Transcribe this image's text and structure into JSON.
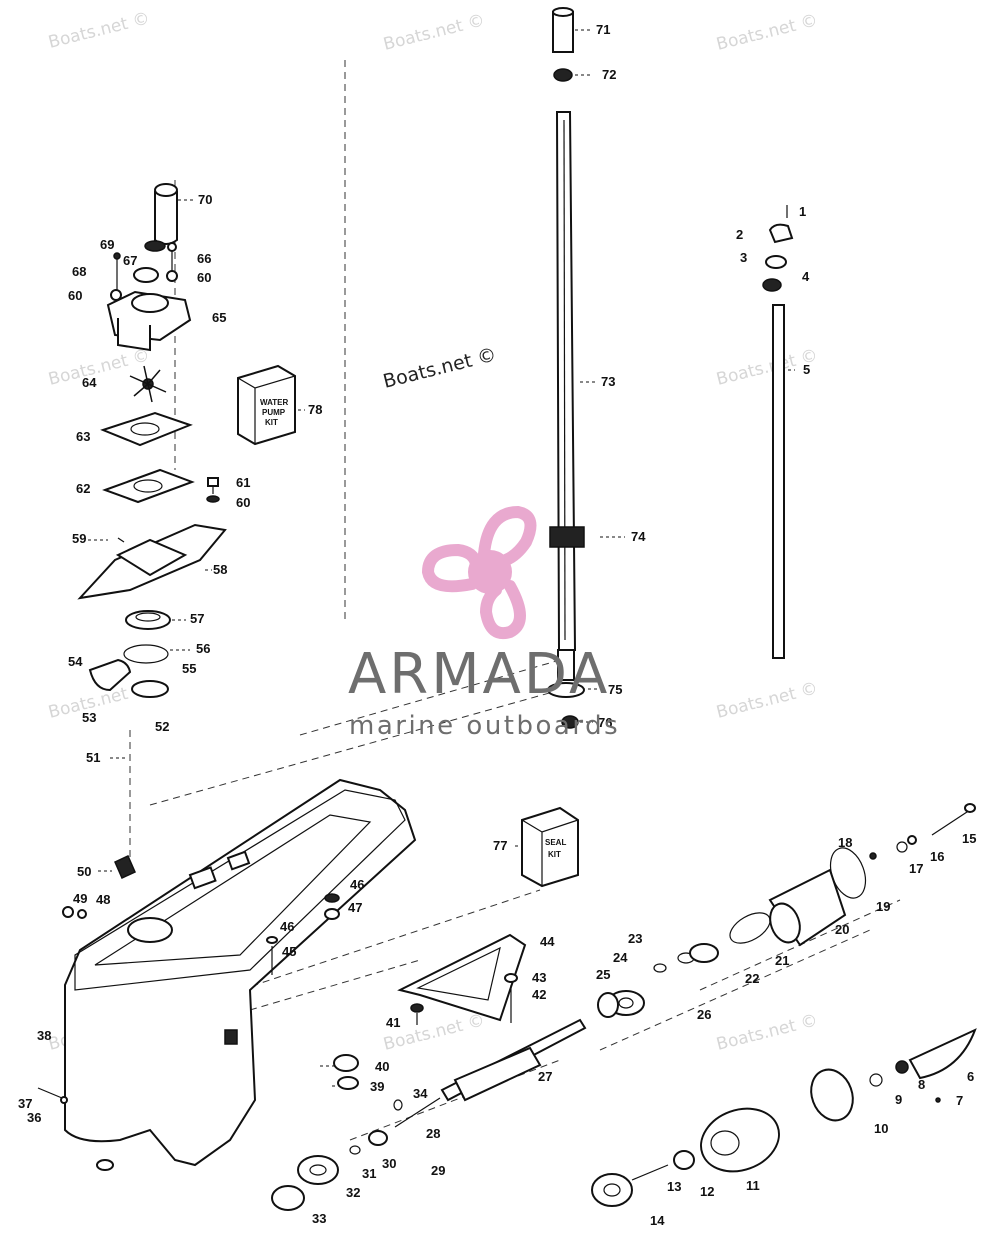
{
  "watermark": "Boats.net ©",
  "brand": {
    "name": "ARMADA",
    "tagline": "marine outboards",
    "accent": "#e9a9cf",
    "text_color": "#6e6e6e"
  },
  "kits": {
    "water_pump": [
      "WATER",
      "PUMP",
      "KIT"
    ],
    "seal": [
      "SEAL",
      "KIT"
    ]
  },
  "callouts": [
    "1",
    "2",
    "3",
    "4",
    "5",
    "6",
    "7",
    "8",
    "9",
    "10",
    "11",
    "12",
    "13",
    "14",
    "15",
    "16",
    "17",
    "18",
    "19",
    "20",
    "21",
    "22",
    "23",
    "24",
    "25",
    "26",
    "27",
    "28",
    "29",
    "30",
    "31",
    "32",
    "33",
    "34",
    "36",
    "37",
    "38",
    "39",
    "40",
    "41",
    "42",
    "43",
    "44",
    "45",
    "46",
    "47",
    "48",
    "49",
    "50",
    "51",
    "52",
    "53",
    "54",
    "55",
    "56",
    "57",
    "58",
    "59",
    "60",
    "61",
    "62",
    "63",
    "64",
    "65",
    "66",
    "67",
    "68",
    "69",
    "70",
    "71",
    "72",
    "73",
    "74",
    "75",
    "76",
    "77",
    "78"
  ]
}
